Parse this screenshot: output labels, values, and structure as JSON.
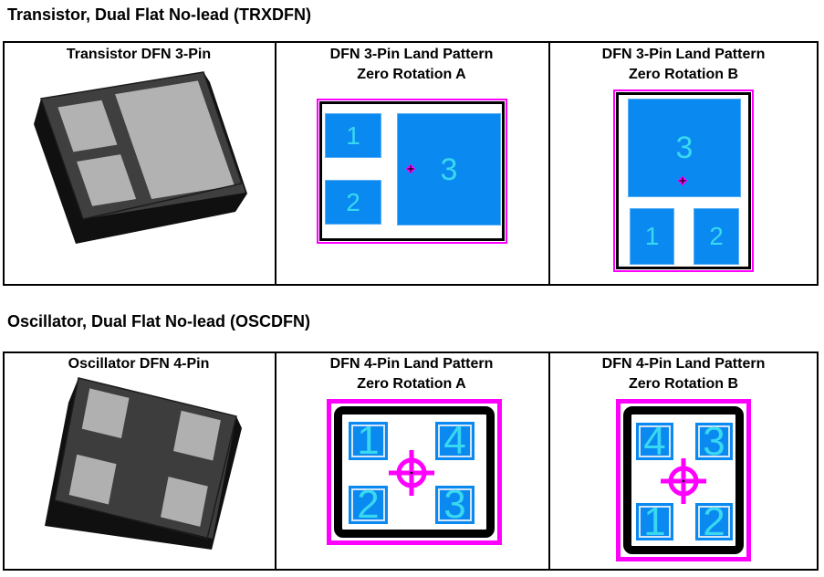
{
  "sections": {
    "transistor": {
      "title": "Transistor, Dual Flat No-lead (TRXDFN)",
      "photo_header": "Transistor DFN 3-Pin",
      "pattern_a_header": "DFN 3-Pin Land Pattern",
      "pattern_a_subheader": "Zero Rotation A",
      "pattern_b_header": "DFN 3-Pin Land Pattern",
      "pattern_b_subheader": "Zero Rotation B",
      "pattern_a_pads": {
        "p1": "1",
        "p2": "2",
        "p3": "3"
      },
      "pattern_b_pads": {
        "p1": "1",
        "p2": "2",
        "p3": "3"
      }
    },
    "oscillator": {
      "title": "Oscillator, Dual Flat No-lead (OSCDFN)",
      "photo_header": "Oscillator DFN 4-Pin",
      "pattern_a_header": "DFN 4-Pin Land Pattern",
      "pattern_a_subheader": "Zero Rotation A",
      "pattern_b_header": "DFN 4-Pin Land Pattern",
      "pattern_b_subheader": "Zero Rotation B",
      "pattern_a_pads": {
        "p1": "1",
        "p2": "2",
        "p3": "3",
        "p4": "4"
      },
      "pattern_b_pads": {
        "p1": "1",
        "p2": "2",
        "p3": "3",
        "p4": "4"
      }
    }
  },
  "icons": {
    "origin_marker": "diamond-with-cross",
    "center_marker": "circle-crosshair"
  },
  "colors": {
    "pad_blue": "#0a89f0",
    "pad_number_cyan": "#38d8f0",
    "pattern_outline_magenta": "#ff00ff",
    "frame_black": "#000000",
    "package_body_gray": "#3f3f3f",
    "package_pad_gray": "#b2b2b2",
    "table_border": "#000000"
  }
}
